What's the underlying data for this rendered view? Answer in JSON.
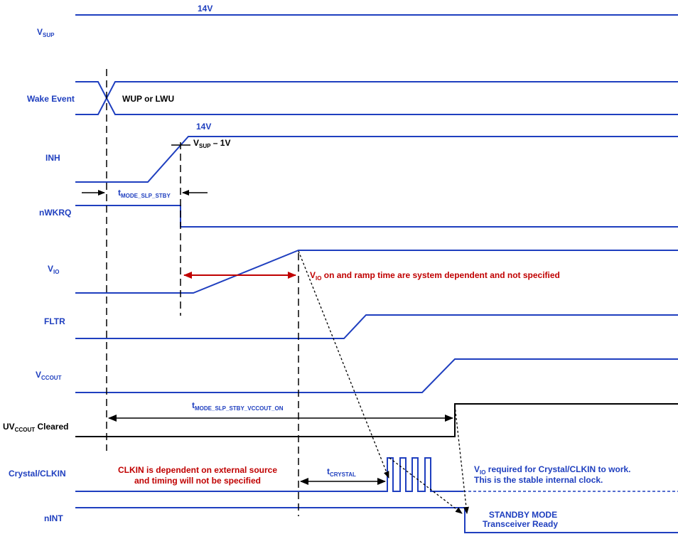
{
  "signals": {
    "vsup": {
      "main": "V",
      "sub": "SUP"
    },
    "wake": {
      "main": "Wake Event"
    },
    "inh": {
      "main": "INH"
    },
    "nwkrq": {
      "main": "nWKRQ"
    },
    "vio": {
      "main": "V",
      "sub": "IO"
    },
    "fltr": {
      "main": "FLTR"
    },
    "vccout": {
      "main": "V",
      "sub": "CCOUT"
    },
    "uvccout": {
      "pre": "UV",
      "sub": "CCOUT",
      "post": " Cleared"
    },
    "crystal": {
      "main": "Crystal/CLKIN"
    },
    "nint": {
      "main": "nINT"
    }
  },
  "annotations": {
    "vsup_level": "14V",
    "inh_level": "14V",
    "wake_text": "WUP or LWU",
    "inh_threshold": {
      "main": "V",
      "sub": "SUP",
      "post": " – 1V"
    },
    "t_mode_slp_stby": {
      "main": "t",
      "sub": "MODE_SLP_STBY"
    },
    "vio_note": {
      "main": "V",
      "sub": "IO",
      "post": " on and ramp time are system dependent and not specified"
    },
    "t_mode_slp_stby_vccout_on": {
      "main": "t",
      "sub": "MODE_SLP_STBY_VCCOUT_ON"
    },
    "clkin_note_line1": "CLKIN is dependent on external source",
    "clkin_note_line2": "and timing will not be specified",
    "t_crystal": {
      "main": "t",
      "sub": "CRYSTAL"
    },
    "vio_required": {
      "main": "V",
      "sub": "IO",
      "post": " required for Crystal/CLKIN to work."
    },
    "stable_clock": "This is the stable internal clock.",
    "standby_line1": "STANDBY MODE",
    "standby_line2": "Transceiver Ready"
  },
  "colors": {
    "signal": "#1f3fbf",
    "black": "#000000",
    "red": "#c00000"
  }
}
